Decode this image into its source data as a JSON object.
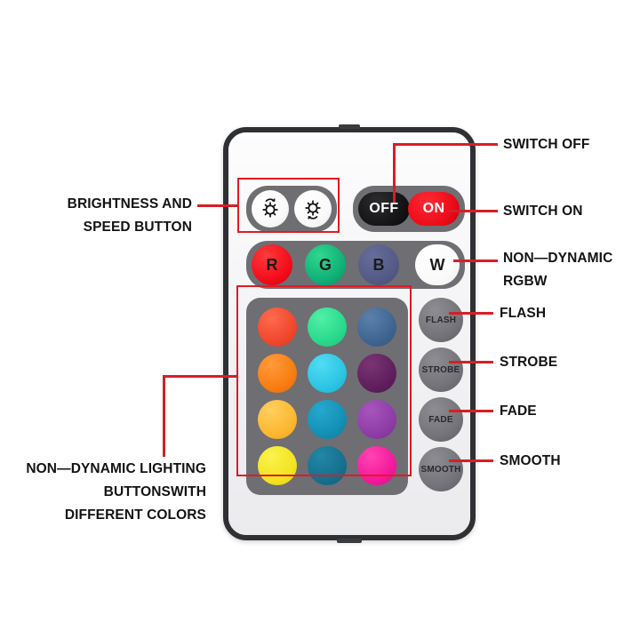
{
  "image": {
    "subject": "RGB LED strip infrared remote control with callout annotations",
    "background_color": "#ffffff",
    "annotation_color": "#d81e25"
  },
  "remote": {
    "body_color": "#f4f4f6",
    "bezel_color": "#2f3033",
    "panel_color": "#6e6e73",
    "brightness_buttons": [
      {
        "name": "brightness-up",
        "icon": "sun-increase-icon",
        "color": "#ffffff"
      },
      {
        "name": "brightness-down",
        "icon": "sun-decrease-icon",
        "color": "#ffffff"
      }
    ],
    "power_buttons": [
      {
        "label": "OFF",
        "name": "off-button",
        "color": "#121214",
        "text_color": "#ffffff"
      },
      {
        "label": "ON",
        "name": "on-button",
        "color": "#ec0a18",
        "text_color": "#ffffff"
      }
    ],
    "rgbw_buttons": [
      {
        "label": "R",
        "name": "red-button",
        "color": "#f40d1c"
      },
      {
        "label": "G",
        "name": "green-button",
        "color": "#14b濃"
      },
      {
        "label": "B",
        "name": "blue-button",
        "color": "#555b86"
      },
      {
        "label": "W",
        "name": "white-button",
        "color": "#fbfbfb"
      }
    ],
    "color_grid": {
      "rows": 4,
      "columns": 3,
      "colors": [
        [
          "#f0472d",
          "#2ad98c",
          "#3f6490"
        ],
        [
          "#f87d12",
          "#2cc5e4",
          "#5f1f5c"
        ],
        [
          "#fcb731",
          "#1490b5",
          "#8e3da6"
        ],
        [
          "#f3e320",
          "#15708e",
          "#f5189b"
        ]
      ]
    },
    "function_buttons": [
      {
        "label": "FLASH",
        "name": "flash-button"
      },
      {
        "label": "STROBE",
        "name": "strobe-button"
      },
      {
        "label": "FADE",
        "name": "fade-button"
      },
      {
        "label": "SMOOTH",
        "name": "smooth-button"
      }
    ]
  },
  "annotations": {
    "brightness_speed": {
      "lines": [
        "BRIGHTNESS AND",
        "SPEED BUTTON"
      ],
      "position": "left"
    },
    "non_dynamic_lighting": {
      "lines": [
        "NON—DYNAMIC LIGHTING",
        "BUTTONSWITH",
        "DIFFERENT COLORS"
      ],
      "position": "bottom-left"
    },
    "switch_off": {
      "label": "SWITCH OFF",
      "position": "right"
    },
    "switch_on": {
      "label": "SWITCH ON",
      "position": "right"
    },
    "non_dynamic_rgbw": {
      "lines": [
        "NON—DYNAMIC",
        "RGBW"
      ],
      "position": "right"
    },
    "flash": {
      "label": "FLASH",
      "position": "right"
    },
    "strobe": {
      "label": "STROBE",
      "position": "right"
    },
    "fade": {
      "label": "FADE",
      "position": "right"
    },
    "smooth": {
      "label": "SMOOTH",
      "position": "right"
    }
  }
}
